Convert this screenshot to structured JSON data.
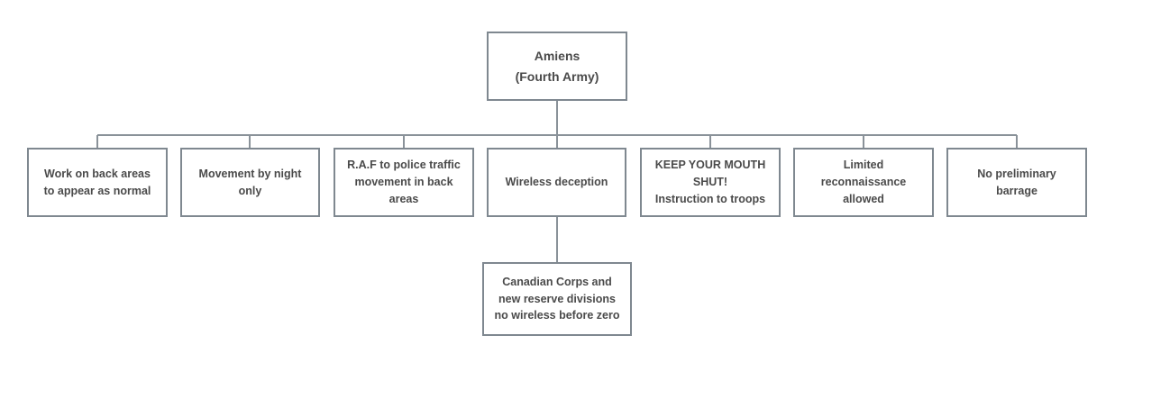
{
  "diagram": {
    "root": {
      "label": "Amiens\n(Fourth Army)"
    },
    "children": [
      {
        "label": "Work on back areas\nto appear as normal"
      },
      {
        "label": "Movement by night\nonly"
      },
      {
        "label": "R.A.F to police traffic\nmovement in back\nareas"
      },
      {
        "label": "Wireless deception"
      },
      {
        "label": "KEEP YOUR MOUTH\nSHUT!\nInstruction to troops"
      },
      {
        "label": "Limited\nreconnaissance\nallowed"
      },
      {
        "label": "No preliminary\nbarrage"
      }
    ],
    "sub_node": {
      "label": "Canadian Corps and\nnew reserve divisions\nno wireless before zero"
    },
    "colors": {
      "border": "#7f8890",
      "connector": "#8a9299",
      "text": "#4a4a4a"
    }
  }
}
